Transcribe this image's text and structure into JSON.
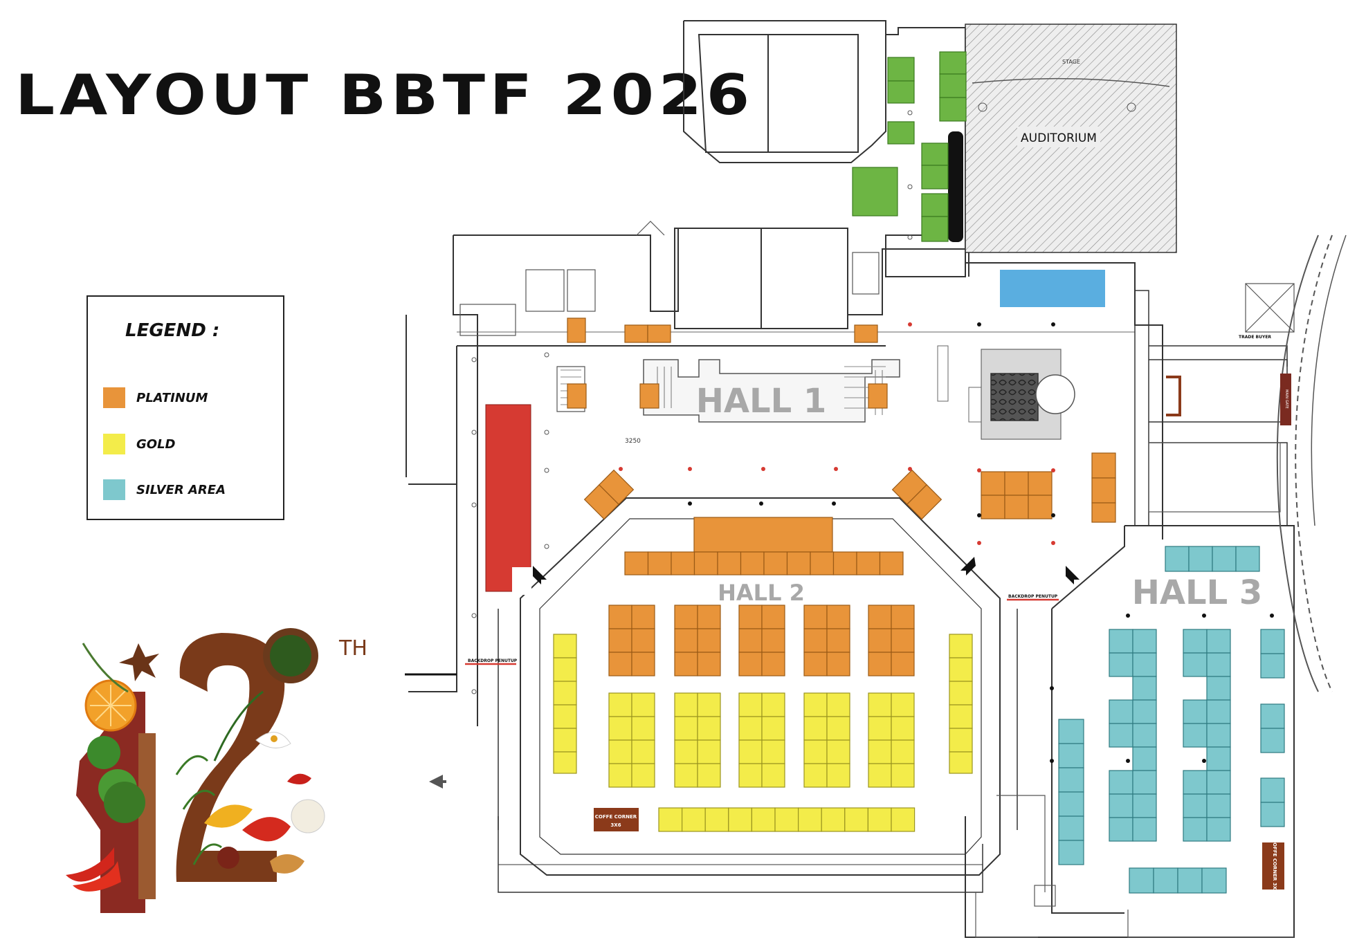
{
  "title": "LAYOUT BBTF 2026",
  "legend": {
    "heading": "LEGEND :",
    "items": [
      {
        "label": "PLATINUM",
        "color": "#e8943a"
      },
      {
        "label": "GOLD",
        "color": "#f3ec4a"
      },
      {
        "label": "SILVER AREA",
        "color": "#7ec8cd"
      }
    ]
  },
  "halls": {
    "hall1": "HALL 1",
    "hall2": "HALL 2",
    "hall3": "HALL 3"
  },
  "rooms": {
    "auditorium": "AUDITORIUM",
    "stage": "STAGE",
    "trade_buyer": "TRADE BUYER",
    "main_gate": "MAIN GATE",
    "coffee_corner_hall2_line1": "COFFE CORNER",
    "coffee_corner_hall2_line2": "3X6",
    "coffee_corner_hall3": "COFFE CORNER 3X6",
    "backdrop": "BACKDROP PENUTUP",
    "dimension": "3250"
  },
  "anniversary": {
    "number": "12",
    "suffix": "TH"
  },
  "colors": {
    "platinum": "#e8943a",
    "gold": "#f3ec4a",
    "silver": "#7ec8cd",
    "green": "#6db544",
    "blue": "#5aaee0",
    "red": "#d63a32",
    "brown": "#8b3a1a"
  }
}
